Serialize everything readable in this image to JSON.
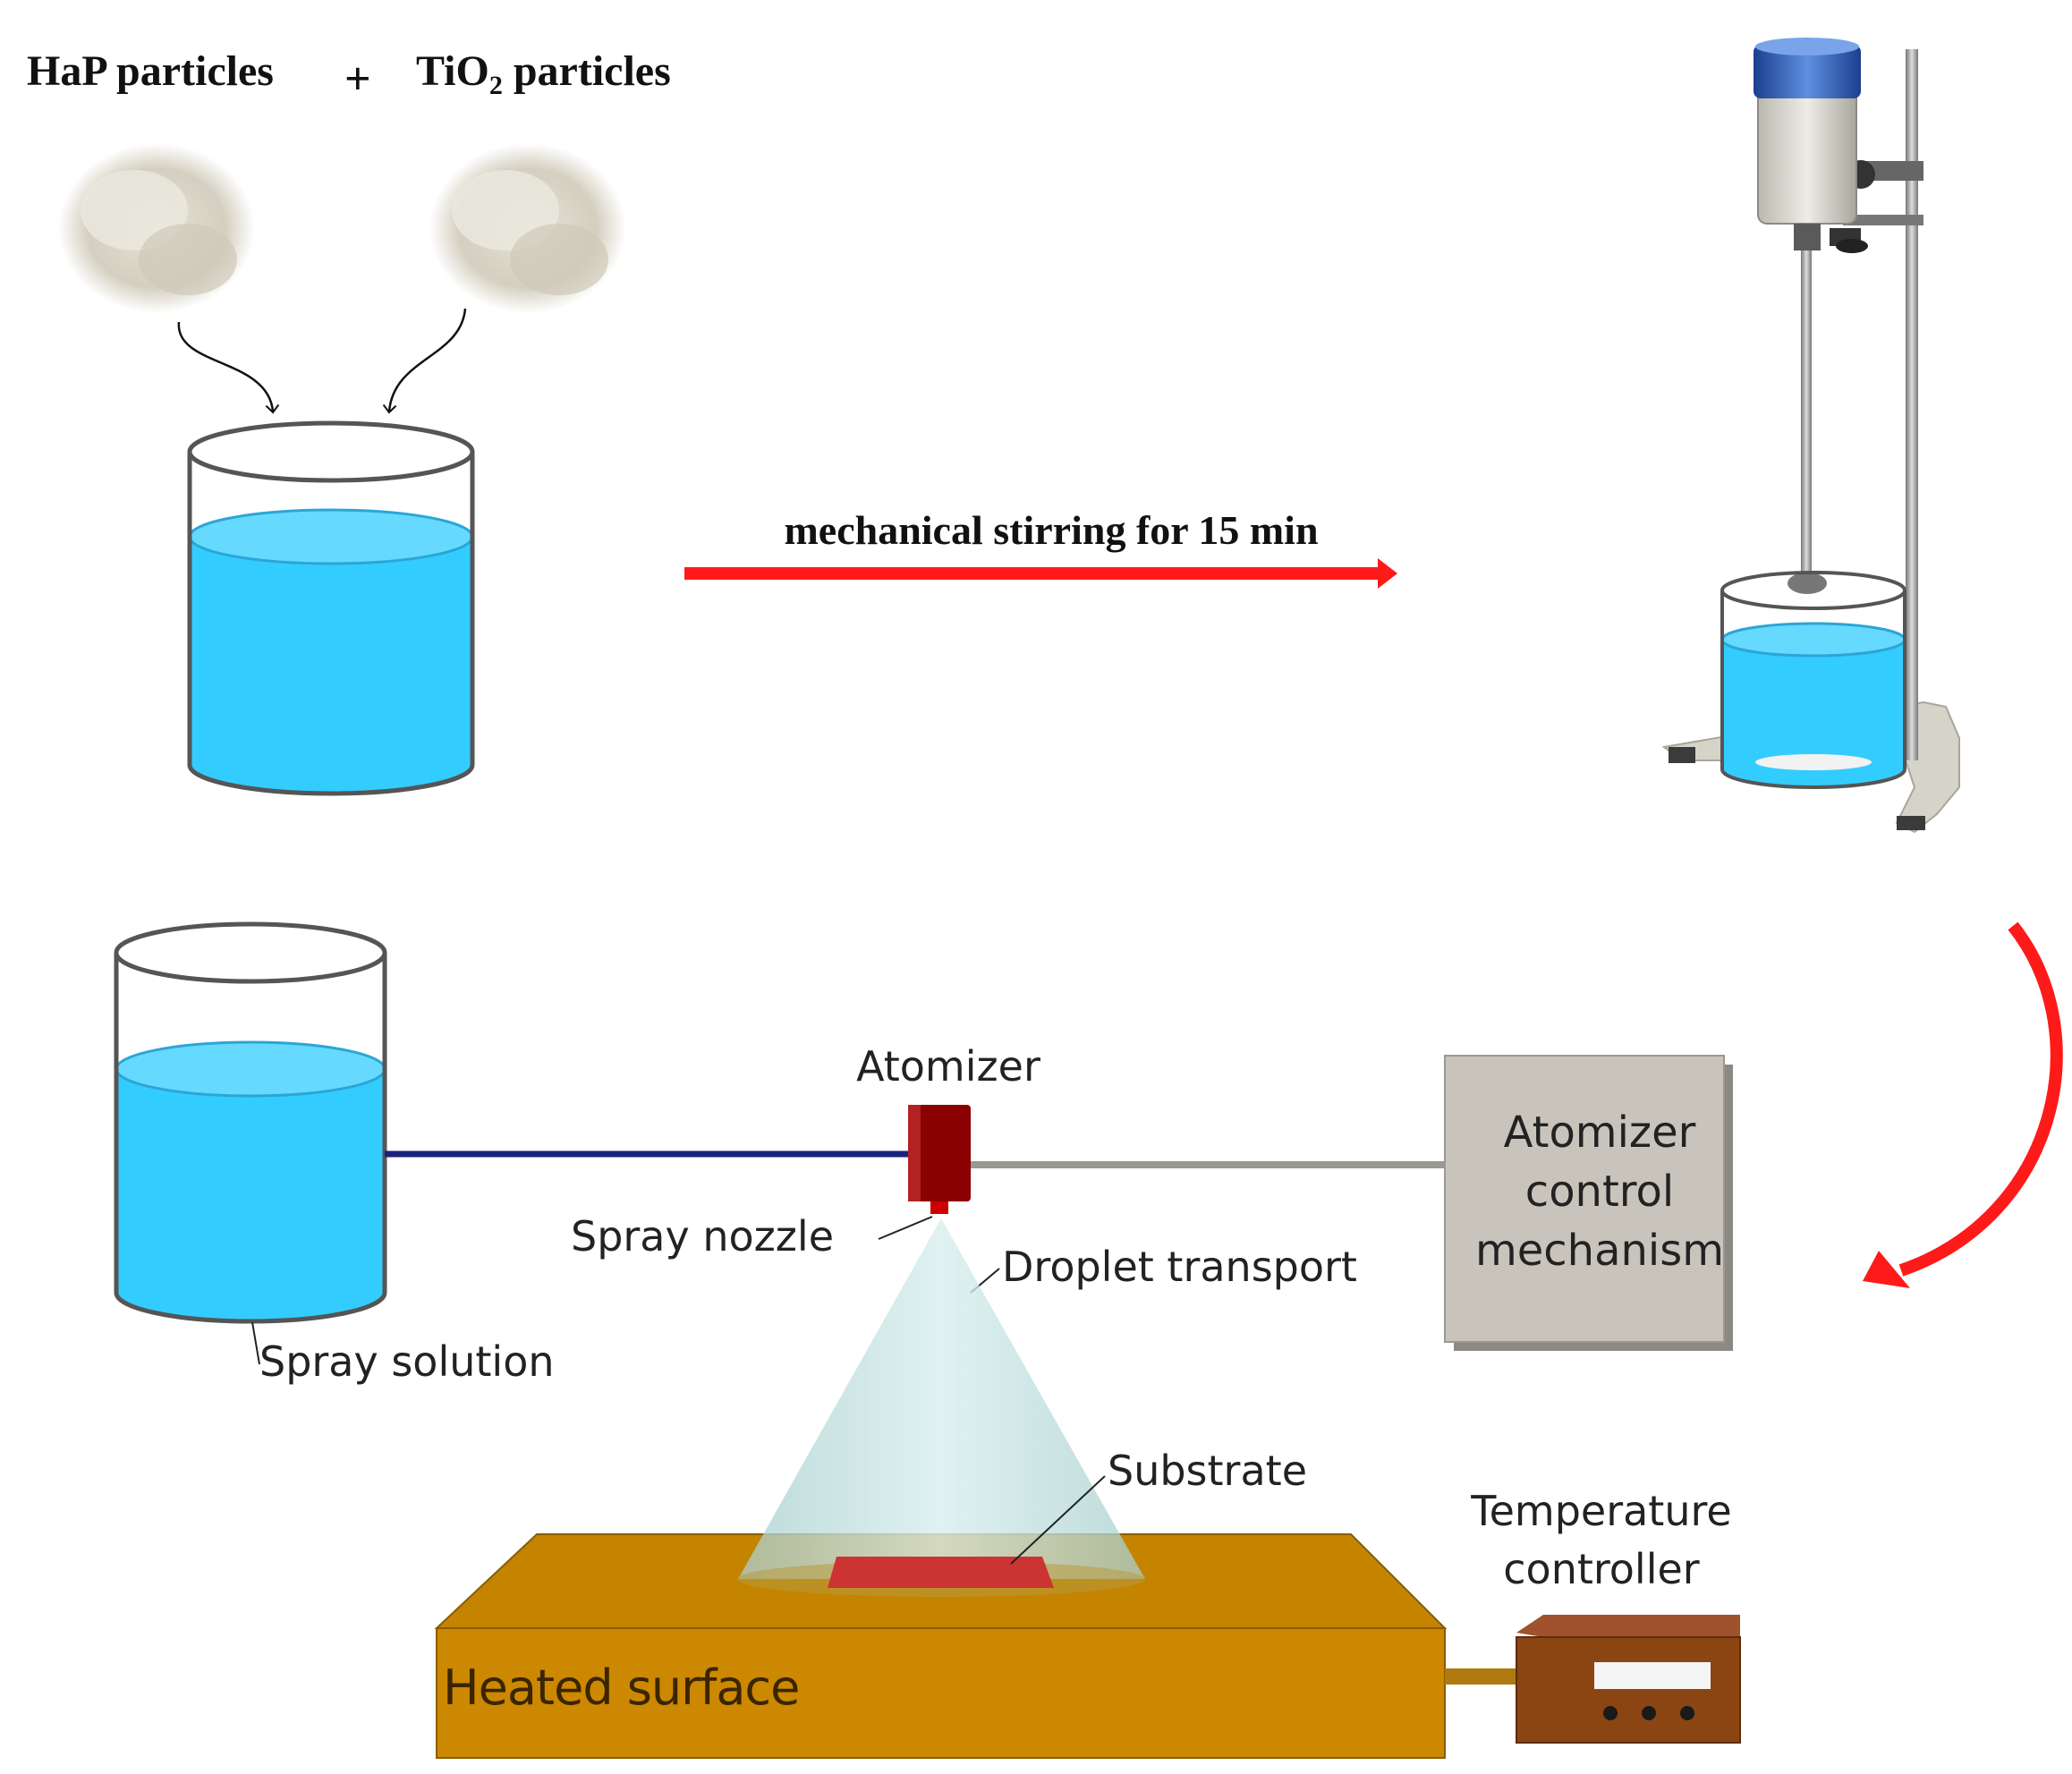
{
  "labels": {
    "hap": "HaP particles",
    "plus": "+",
    "tio2_prefix": "TiO",
    "tio2_sub": "2",
    "tio2_suffix": " particles",
    "stirring": "mechanical stirring for 15 min",
    "atomizer": "Atomizer",
    "control_line1": "Atomizer",
    "control_line2": "control",
    "control_line3": "mechanism",
    "spray_nozzle": "Spray nozzle",
    "droplet_transport": "Droplet transport",
    "spray_solution": "Spray solution",
    "substrate": "Substrate",
    "temp_line1": "Temperature",
    "temp_line2": "controller",
    "heated_surface": "Heated surface"
  },
  "colors": {
    "water": "#33ccff",
    "water_top": "#66d9ff",
    "arrow": "#ff1a1a",
    "heated_surface": "#cc8800",
    "control_box": "#c8c4bc",
    "atomizer": "#8b0000",
    "controller": "#8b4513",
    "substrate": "#cc3333",
    "spray_cone": "#b8dcdc",
    "feed_line": "#1a237e"
  },
  "icons": {
    "powder": "powder-pile-icon",
    "beaker": "beaker-icon",
    "stirrer": "overhead-stirrer-icon"
  }
}
